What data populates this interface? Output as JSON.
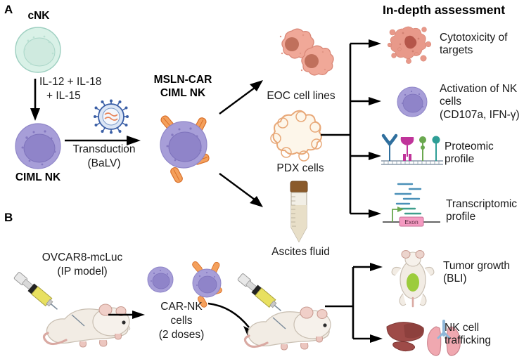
{
  "figure": {
    "type": "scientific-schematic",
    "panels": [
      "A",
      "B"
    ]
  },
  "panel_a": {
    "letter": "A",
    "heading": "In-depth assessment",
    "cnk": {
      "label": "cNK",
      "cell_color": "#d8f0e6",
      "nucleus_color": "#c9e8dc"
    },
    "cytokines": {
      "line1": "IL-12 + IL-18",
      "line2": "+ IL-15"
    },
    "ciml": {
      "label": "CIML NK",
      "cell_color": "#a79ed8",
      "nucleus_color": "#8b7fc7"
    },
    "transduction": {
      "line1": "Transduction",
      "line2": "(BaLV)",
      "virus_color": "#3b5fa6",
      "virus_rna_color": "#e8855a"
    },
    "car_cell": {
      "line1": "MSLN-CAR",
      "line2": "CIML NK",
      "car_color": "#f08a3c"
    },
    "targets": [
      {
        "name": "eoc",
        "label": "EOC cell lines",
        "color": "#f0a898",
        "nucleus_color": "#c0705c"
      },
      {
        "name": "pdx",
        "label": "PDX cells",
        "color": "#fdf6ea",
        "edge_color": "#e8a878"
      },
      {
        "name": "ascites",
        "label": "Ascites fluid",
        "cap_color": "#8a5a2b",
        "fluid_color": "#e8dfc8"
      }
    ],
    "assessments": [
      {
        "name": "cytotoxicity",
        "icon": "lysed-cell-icon",
        "label": "Cytotoxicity of\ntargets",
        "color": "#e8998a"
      },
      {
        "name": "activation",
        "icon": "nk-cell-icon",
        "label": "Activation of NK\ncells\n(CD107a, IFN-γ)",
        "color": "#a79ed8"
      },
      {
        "name": "proteomic",
        "icon": "membrane-receptors-icon",
        "label": "Proteomic\nprofile",
        "colors": [
          "#2f6f9e",
          "#c0349a",
          "#6aa84f",
          "#2e9e96"
        ]
      },
      {
        "name": "transcriptomic",
        "icon": "rna-reads-exon-icon",
        "label": "Transcriptomic\nprofile",
        "exon_label": "Exon",
        "exon_color": "#f49ac1",
        "read_color": "#4a90b8"
      }
    ]
  },
  "panel_b": {
    "letter": "B",
    "injection": {
      "line1": "OVCAR8-mcLuc",
      "line2": "(IP model)",
      "syringe_fluid_color": "#e8e060"
    },
    "carnk_dose": {
      "line1": "CAR-NK",
      "line2": "cells",
      "line3": "(2 doses)",
      "cell_color": "#a79ed8",
      "car_color": "#f08a3c"
    },
    "mouse_color": "#f2ece4",
    "outcomes": [
      {
        "name": "tumor-growth",
        "icon": "mouse-bli-icon",
        "label": "Tumor growth\n(BLI)",
        "signal_color": "#9ccc3c"
      },
      {
        "name": "nk-trafficking",
        "icon": "liver-lung-icon",
        "label": "NK cell\ntrafficking",
        "liver_color": "#9e4b48",
        "lung_color": "#f0a8b0"
      }
    ]
  }
}
